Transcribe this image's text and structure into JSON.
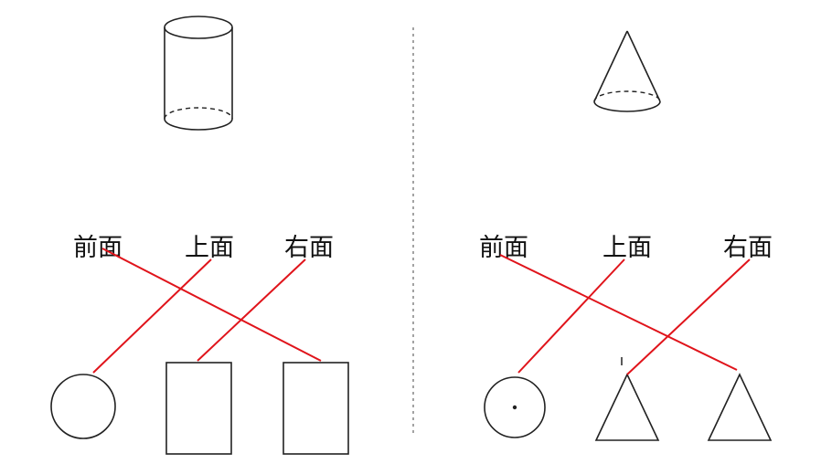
{
  "left_panel": {
    "solid": "cylinder",
    "labels": {
      "front": "前面",
      "top": "上面",
      "right": "右面"
    }
  },
  "right_panel": {
    "solid": "cone",
    "labels": {
      "front": "前面",
      "top": "上面",
      "right": "右面"
    }
  },
  "colors": {
    "connector": "#e0141b",
    "outline": "#222222"
  }
}
